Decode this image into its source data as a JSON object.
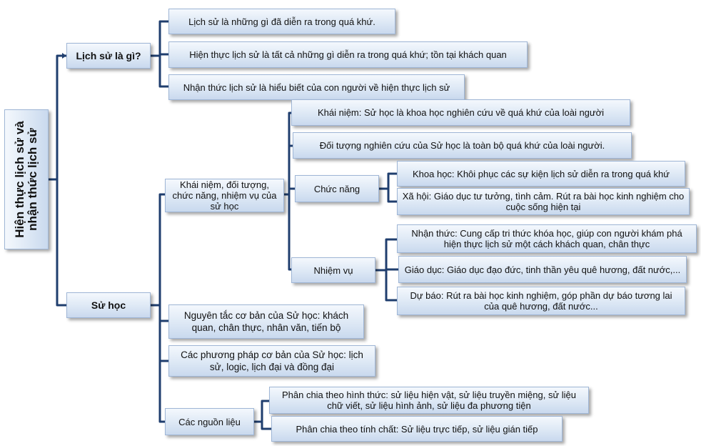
{
  "root": {
    "label": "Hiện thực lịch sử và nhận thức lịch sử"
  },
  "branch1": {
    "label": "Lịch sử là gì?",
    "items": [
      "Lịch sử là những gì đã diễn ra trong quá khứ.",
      "Hiện thực lịch sử là tất cả những gì diễn ra trong quá khứ; tồn tại khách quan",
      "Nhận thức lịch sử là hiểu biết của con người về hiện thực lịch sử"
    ]
  },
  "branch2": {
    "label": "Sử học",
    "concept": {
      "label": "Khái niệm, đối tượng, chức năng, nhiệm vụ của sử học",
      "definition": "Khái niệm: Sử học là khoa học nghiên cứu về quá khứ của loài người",
      "object": "Đối tượng nghiên cứu của Sử học là toàn bộ quá khứ của loài người.",
      "function": {
        "label": "Chức năng",
        "items": [
          "Khoa học: Khôi phục các sự kiện lịch sử diễn ra trong quá khứ",
          "Xã hội: Giáo dục tư tưởng, tình cảm. Rút ra bài học kinh nghiệm cho cuộc sống hiện tại"
        ]
      },
      "task": {
        "label": "Nhiệm vụ",
        "items": [
          "Nhận thức: Cung cấp tri thức khóa học, giúp con người khám phá hiện thực lịch sử một cách khách quan, chân thực",
          "Giáo dục: Giáo dục đạo đức, tinh thần yêu quê hương, đất nước,...",
          "Dự báo: Rút ra bài học kinh nghiệm, góp phần dự báo tương lai của quê hương, đất nước..."
        ]
      }
    },
    "principles": "Nguyên tắc cơ bản của Sử học: khách quan, chân thực, nhân văn, tiến bộ",
    "methods": "Các phương pháp cơ bản của Sử học: lịch sử, logic, lịch đại và đồng đại",
    "sources": {
      "label": "Các nguồn liệu",
      "items": [
        "Phân chia theo hình thức: sử liệu hiện vật, sử liệu truyền miệng, sử liệu chữ viết, sử liệu hình ảnh, sử liệu đa phương tiện",
        "Phân chia theo tính chất: Sử liệu trực tiếp, sử liệu gián tiếp"
      ]
    }
  }
}
